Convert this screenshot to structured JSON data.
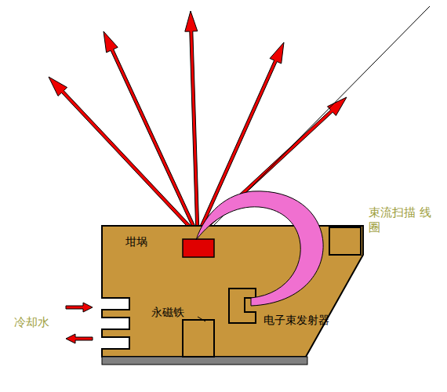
{
  "diagram": {
    "labels": [
      "坩埚",
      "束流扫描 线圈",
      "冷却水",
      "永磁铁",
      "电子束发射器"
    ]
  }
}
